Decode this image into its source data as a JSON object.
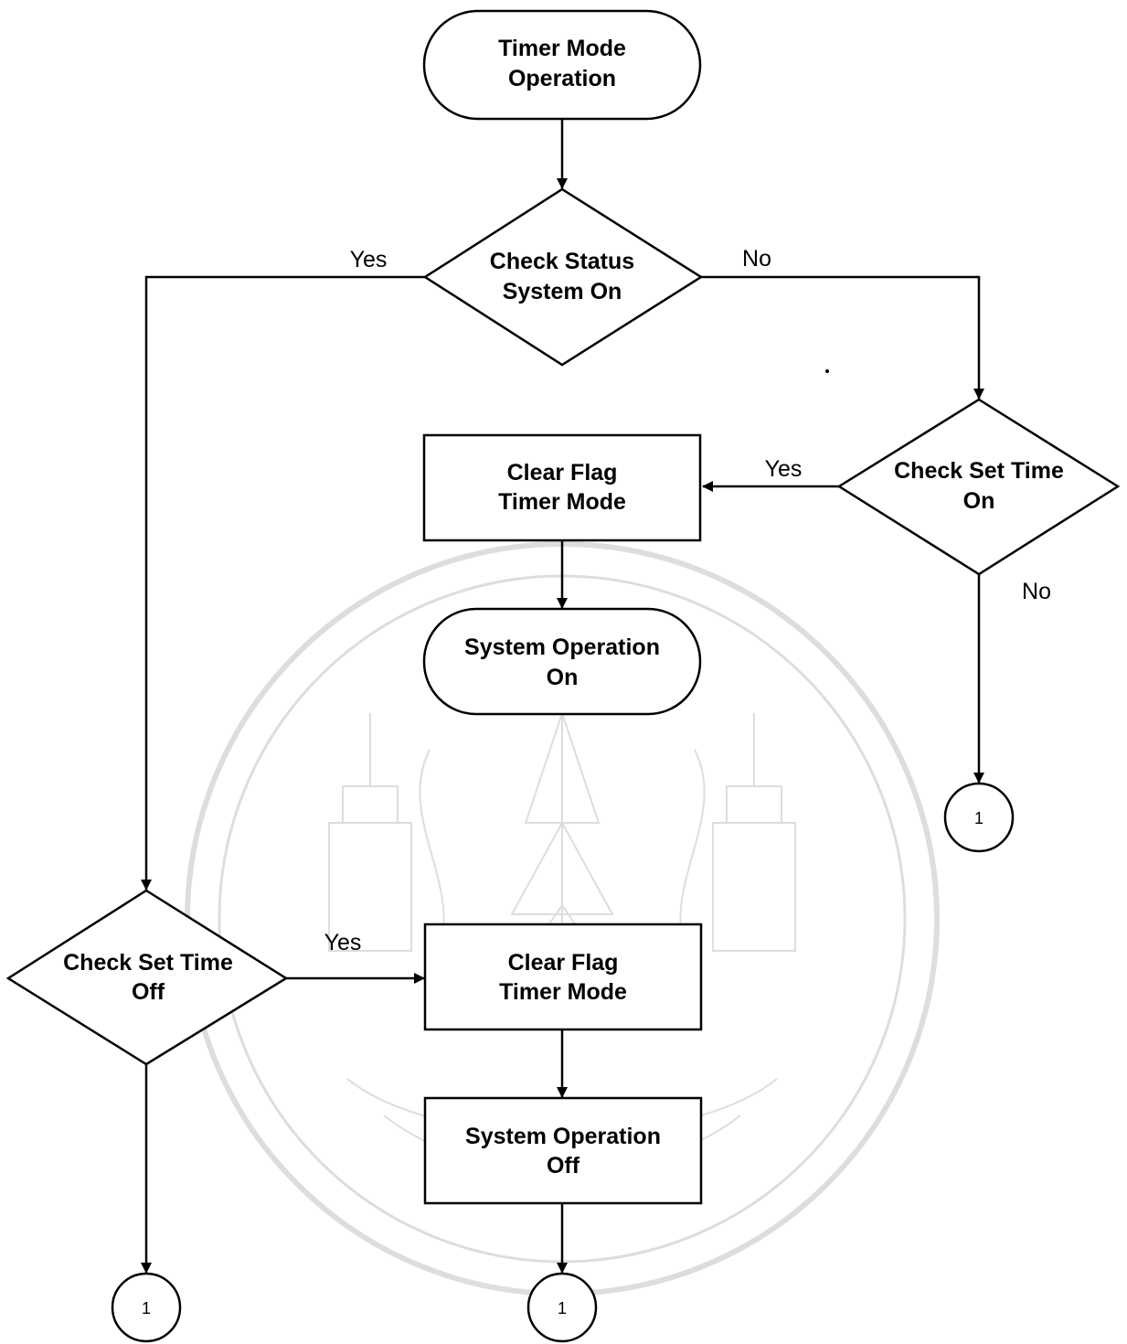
{
  "nodes": {
    "start": {
      "lines": [
        "Timer Mode",
        "Operation"
      ]
    },
    "check_status": {
      "lines": [
        "Check Status",
        "System On"
      ]
    },
    "check_time_on": {
      "lines": [
        "Check Set Time",
        "On"
      ]
    },
    "clear_flag_1": {
      "lines": [
        "Clear Flag",
        "Timer Mode"
      ]
    },
    "system_on": {
      "lines": [
        "System Operation",
        "On"
      ]
    },
    "check_time_off": {
      "lines": [
        "Check Set Time",
        "Off"
      ]
    },
    "clear_flag_2": {
      "lines": [
        "Clear Flag",
        "Timer Mode"
      ]
    },
    "system_off": {
      "lines": [
        "System Operation",
        "Off"
      ]
    },
    "connector_right": {
      "label": "1"
    },
    "connector_left": {
      "label": "1"
    },
    "connector_center": {
      "label": "1"
    }
  },
  "edge_labels": {
    "status_yes": "Yes",
    "status_no": "No",
    "time_on_yes": "Yes",
    "time_on_no": "No",
    "time_off_yes": "Yes"
  },
  "colors": {
    "line": "#000000",
    "background": "#ffffff"
  }
}
